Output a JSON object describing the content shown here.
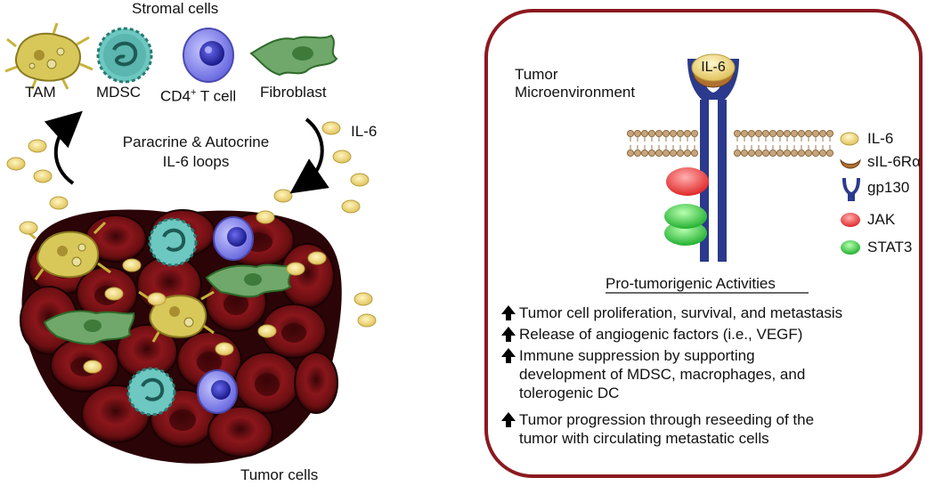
{
  "left": {
    "stromal_title": "Stromal cells",
    "cell_labels": {
      "tam": "TAM",
      "mdsc": "MDSC",
      "cd4_prefix": "CD4",
      "cd4_sup": "+",
      "cd4_suffix": " T cell",
      "fibroblast": "Fibroblast"
    },
    "loop_line1": "Paracrine & Autocrine",
    "loop_line2": "IL-6 loops",
    "il6_label": "IL-6",
    "tumor_label": "Tumor cells"
  },
  "right": {
    "microenv_line1": "Tumor",
    "microenv_line2": "Microenvironment",
    "ligand_label": "IL-6",
    "legend": [
      {
        "label": "IL-6",
        "icon": "il6-ellipse-icon"
      },
      {
        "label": "sIL-6Rα",
        "icon": "sil6r-crescent-icon"
      },
      {
        "label": "gp130",
        "icon": "gp130-receptor-icon"
      },
      {
        "label": "JAK",
        "icon": "jak-ellipse-icon"
      },
      {
        "label": "STAT3",
        "icon": "stat3-ellipse-icon"
      }
    ],
    "activities_title": "Pro-tumorigenic Activities",
    "activities": [
      {
        "lines": [
          "Tumor cell proliferation, survival, and metastasis"
        ]
      },
      {
        "lines": [
          "Release of angiogenic factors (i.e., VEGF)"
        ]
      },
      {
        "lines": [
          "Immune suppression by supporting",
          "development of MDSC, macrophages, and",
          "tolerogenic DC"
        ]
      },
      {
        "lines": [
          "Tumor progression through reseeding of the",
          "tumor with circulating metastatic cells"
        ]
      }
    ]
  },
  "colors": {
    "panel_border": "#8b1a1f",
    "tumor_cell": "#6b0f12",
    "il6": "#f0d878",
    "gp130": "#2b3a8c",
    "jak": "#e23a3a",
    "stat3": "#3fc24a",
    "membrane": "#c8a47a"
  }
}
